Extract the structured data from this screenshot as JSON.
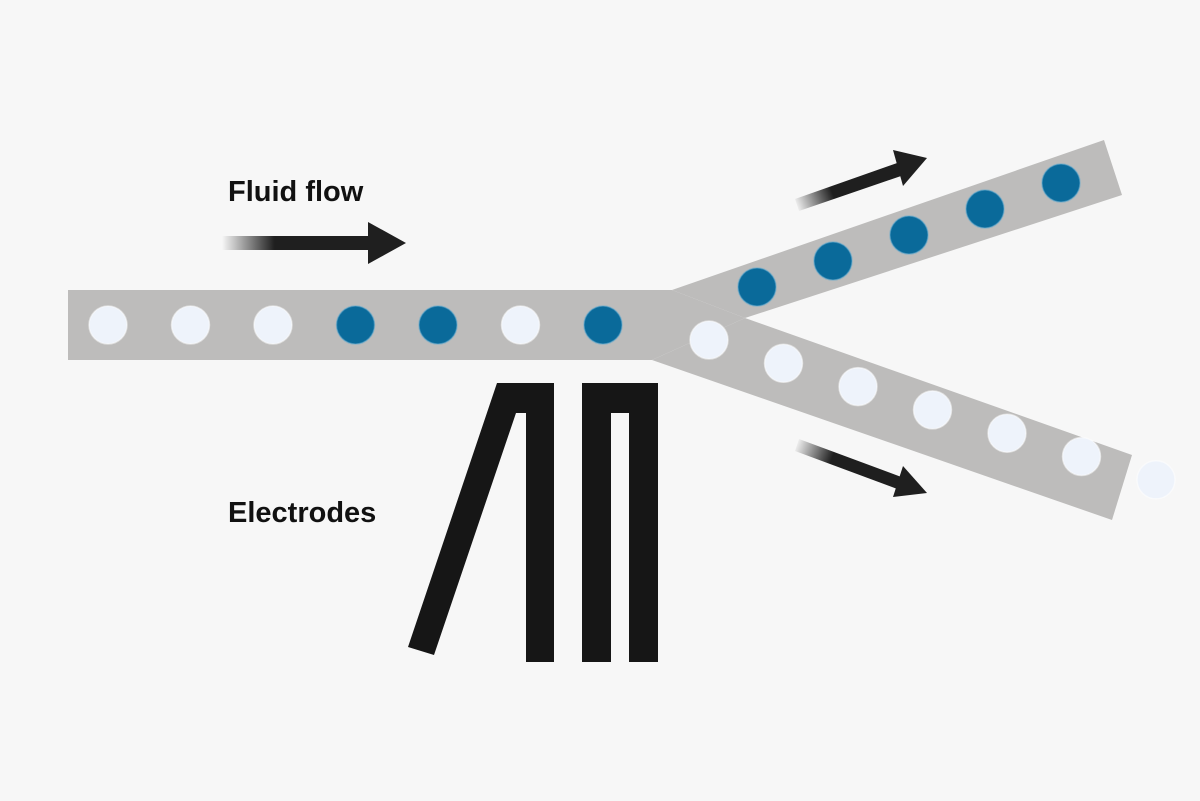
{
  "labels": {
    "fluid_flow": "Fluid flow",
    "electrodes": "Electrodes"
  },
  "colors": {
    "background": "#f7f7f7",
    "channel": "#bdbcbb",
    "particle_dark": "#0a6a9a",
    "particle_light": "#eef3fb",
    "electrode": "#161616",
    "arrow": "#1f1f1f"
  },
  "main_channel": {
    "particles": [
      "light",
      "light",
      "light",
      "dark",
      "dark",
      "light",
      "dark"
    ]
  },
  "upper_branch": {
    "particles": [
      "dark",
      "dark",
      "dark",
      "dark",
      "dark"
    ]
  },
  "lower_branch": {
    "particles": [
      "light",
      "light",
      "light",
      "light",
      "light",
      "light",
      "light"
    ]
  },
  "arrows": [
    "flow-in",
    "upper-out",
    "lower-out"
  ]
}
